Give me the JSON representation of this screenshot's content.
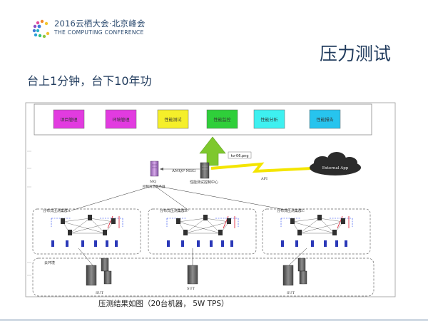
{
  "logo": {
    "line1": "2016云栖大会·北京峰会",
    "line2": "THE COMPUTING CONFERENCE"
  },
  "title": "压力测试",
  "subtitle": "台上1分钟，台下10年功",
  "diagram": {
    "modules": [
      {
        "label": "项目管理",
        "color": "#e23be0"
      },
      {
        "label": "环境管理",
        "color": "#e23be0"
      },
      {
        "label": "性能测试",
        "color": "#f5ef2a"
      },
      {
        "label": "性能监控",
        "color": "#2fcf3a"
      },
      {
        "label": "性能分析",
        "color": "#3ef0f0"
      },
      {
        "label": "性能报告",
        "color": "#27c4ee"
      }
    ],
    "popup_label": "kv-06.png",
    "amqp_label": "AMQP MSG",
    "mq_label": "MQ",
    "mq_sub_label": "控制消息服务器",
    "control_center_label": "性能测试控制中心",
    "api_label": "API",
    "external_label": "External App",
    "clusters": [
      {
        "label": "分布式压测集群A"
      },
      {
        "label": "分布式压测集群B"
      },
      {
        "label": "分布式压测集群C"
      }
    ],
    "env_label": "云环境",
    "sut_label": "SUT"
  },
  "caption": "压测结果如图（20台机器， 5W TPS）"
}
